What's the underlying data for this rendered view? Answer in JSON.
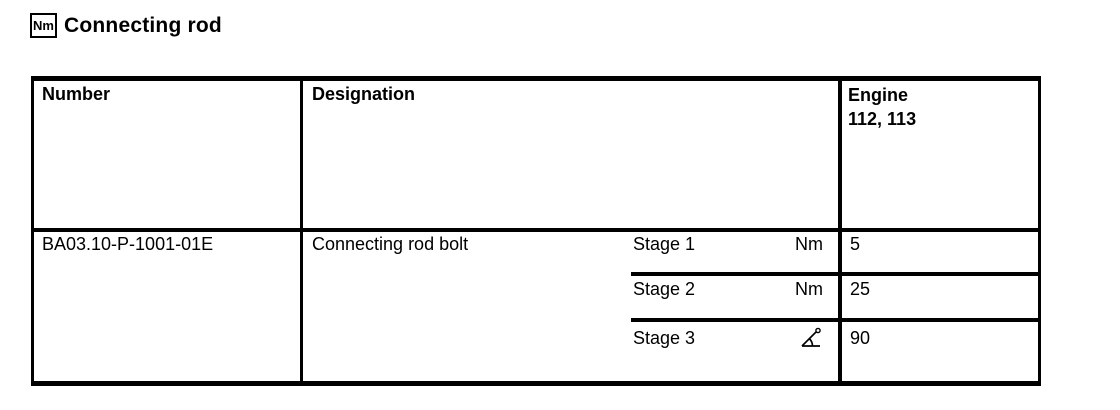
{
  "title_bar": {
    "nm_badge": "Nm",
    "title": "Connecting rod"
  },
  "table": {
    "headers": {
      "number": "Number",
      "designation": "Designation",
      "engine_line1": "Engine",
      "engine_line2": "112, 113"
    },
    "row": {
      "number": "BA03.10-P-1001-01E",
      "designation": "Connecting rod bolt",
      "stages": [
        {
          "label": "Stage 1",
          "unit": "Nm",
          "unit_type": "torque-newton-meters",
          "value": "5"
        },
        {
          "label": "Stage 2",
          "unit": "Nm",
          "unit_type": "torque-newton-meters",
          "value": "25"
        },
        {
          "label": "Stage 3",
          "unit": "∡°",
          "unit_type": "angle-degrees",
          "value": "90"
        }
      ]
    }
  },
  "colors": {
    "text": "#000000",
    "background": "#ffffff",
    "border": "#000000"
  }
}
